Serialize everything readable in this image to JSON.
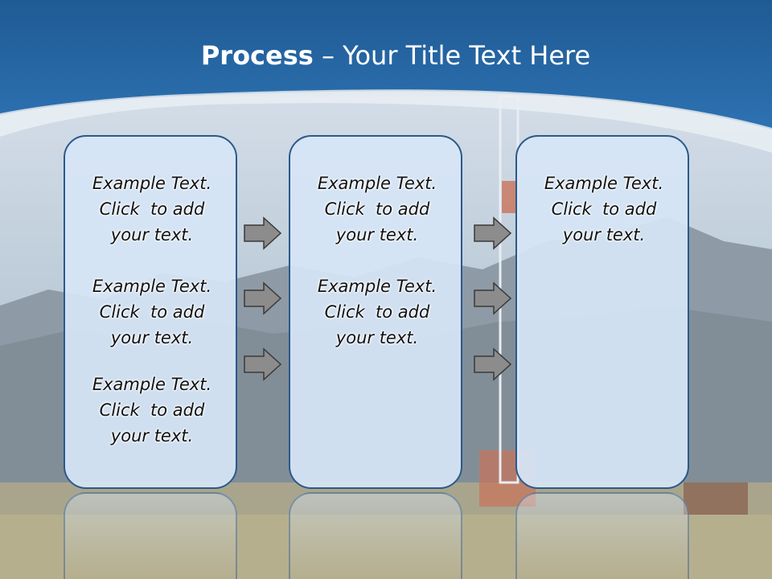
{
  "title": {
    "bold": "Process",
    "rest": " – Your Title Text Here"
  },
  "text_block": [
    "Example Text.",
    "Click  to add",
    "your text."
  ],
  "columns": [
    {
      "blocks": 3
    },
    {
      "blocks": 2
    },
    {
      "blocks": 1
    }
  ],
  "arrows": {
    "between_1_2": 3,
    "between_2_3": 3,
    "icon": "right-arrow-icon"
  },
  "colors": {
    "header": "#2a6aa8",
    "box_border": "#2a5a8a",
    "box_fill": "#d6e5f6",
    "arrow": "#8c8c8c"
  }
}
